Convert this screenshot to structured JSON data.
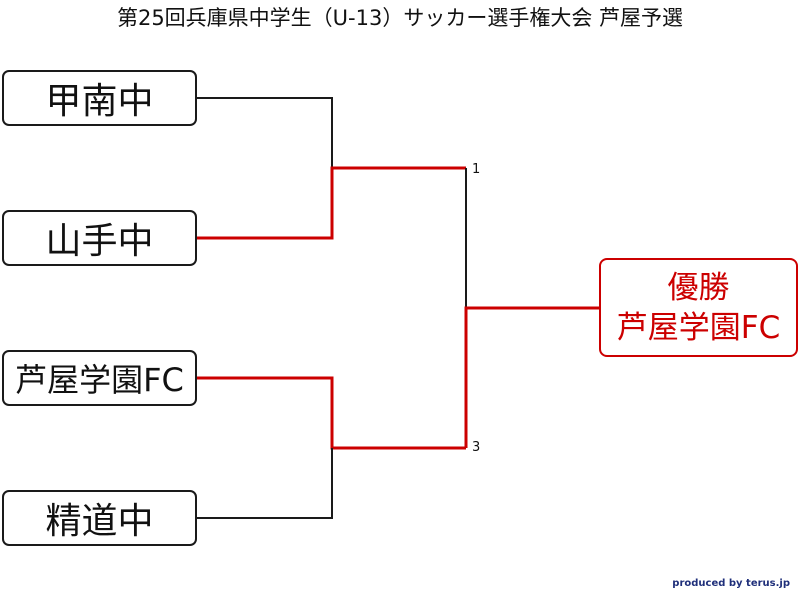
{
  "title": "第25回兵庫県中学生（U-13）サッカー選手権大会 芦屋予選",
  "teams": [
    {
      "name": "甲南中"
    },
    {
      "name": "山手中"
    },
    {
      "name": "芦屋学園FC"
    },
    {
      "name": "精道中"
    }
  ],
  "semifinal_scores": [
    "1",
    "3"
  ],
  "champion": {
    "label": "優勝",
    "team": "芦屋学園FC"
  },
  "credit": "produced by terus.jp",
  "colors": {
    "winner_line": "#cc0000",
    "loser_line": "#1a1a1a",
    "credit": "#1f2f7a"
  }
}
